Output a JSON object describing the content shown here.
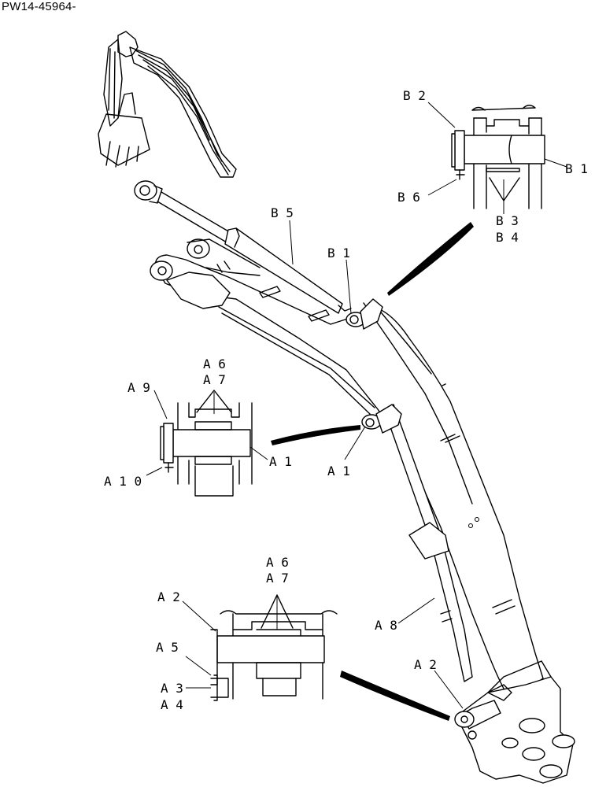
{
  "document": {
    "code": "PW14-45964-"
  },
  "callouts": {
    "b2": "B 2",
    "b1_detail": "B 1",
    "b6": "B 6",
    "b3": "B 3",
    "b4": "B 4",
    "b5": "B 5",
    "b1_main": "B 1",
    "a6_top": "A 6",
    "a7_top": "A 7",
    "a9": "A 9",
    "a1_detail": "A 1",
    "a10": "A 1 0",
    "a1_main": "A 1",
    "a6_bottom": "A 6",
    "a7_bottom": "A 7",
    "a2_detail": "A 2",
    "a8": "A 8",
    "a5": "A 5",
    "a2_main": "A 2",
    "a3": "A 3",
    "a4": "A 4"
  }
}
